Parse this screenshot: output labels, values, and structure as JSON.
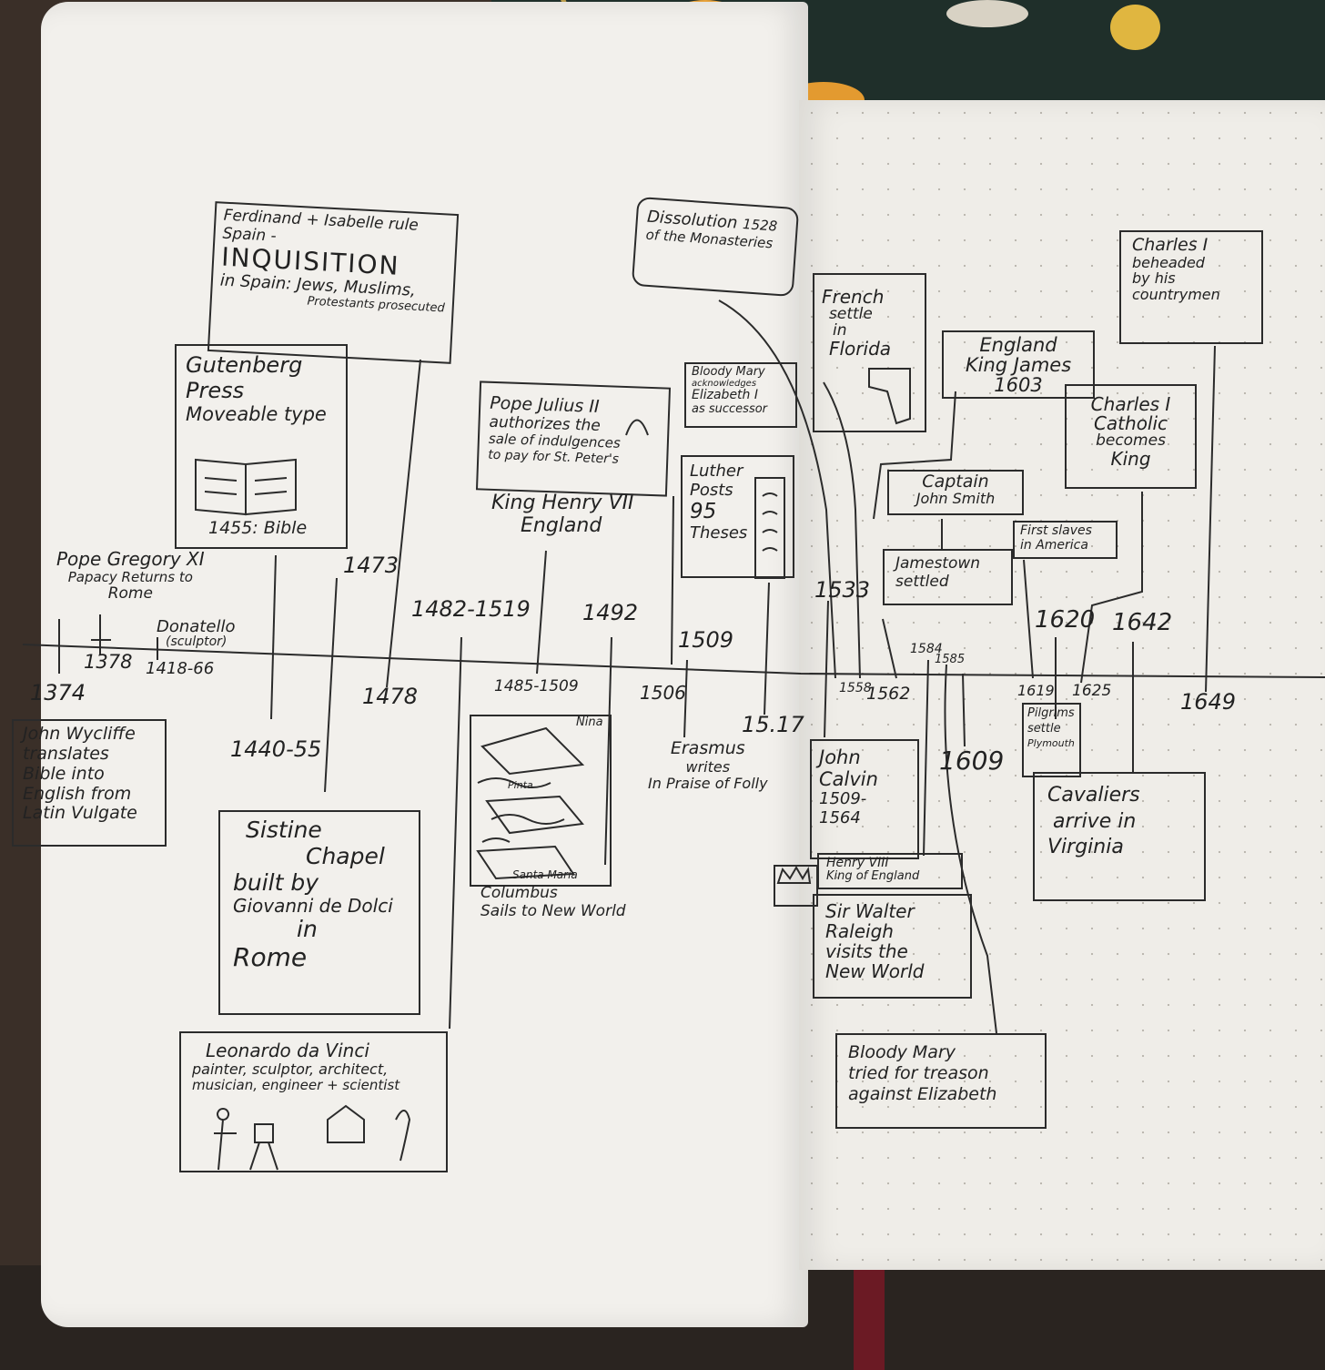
{
  "years": {
    "y1374": "1374",
    "y1378": "1378",
    "y1418": "1418-66",
    "y1440": "1440-55",
    "y1473": "1473",
    "y1478": "1478",
    "y1482": "1482-1519",
    "y1485": "1485-1509",
    "y1492": "1492",
    "y1506": "1506",
    "y1509": "1509",
    "y1517": "15.17",
    "y1533": "1533",
    "y1558": "1558",
    "y1562": "1562",
    "y1584": "1584",
    "y1585": "1585",
    "y1609": "1609",
    "y1619": "1619",
    "y1620": "1620",
    "y1625": "1625",
    "y1642": "1642",
    "y1649": "1649"
  },
  "events": {
    "gregory": [
      "Pope Gregory XI",
      "Papacy Returns to",
      "Rome"
    ],
    "donatello": [
      "Donatello",
      "(sculptor)"
    ],
    "wycliffe": [
      "John Wycliffe",
      "translates",
      "Bible into",
      "English from",
      "Latin Vulgate"
    ],
    "gutenberg": [
      "Gutenberg",
      "Press",
      "Moveable type",
      "1455: Bible"
    ],
    "inquisition": [
      "Ferdinand + Isabelle rule",
      "Spain -",
      "INQUISITION",
      "in Spain: Jews, Muslims,",
      "Protestants prosecuted"
    ],
    "sistine": [
      "Sistine",
      "Chapel",
      "built by",
      "Giovanni de Dolci",
      "in",
      "Rome"
    ],
    "davinci": [
      "Leonardo da Vinci",
      "painter, sculptor, architect,",
      "musician, engineer + scientist"
    ],
    "julius": [
      "Pope Julius II",
      "authorizes the",
      "sale of indulgences",
      "to pay for St. Peter's"
    ],
    "henry7": [
      "King Henry VII",
      "England"
    ],
    "columbus": [
      "Nina",
      "Pinta",
      "Santa Maria",
      "Columbus",
      "Sails to New World"
    ],
    "erasmus": [
      "Erasmus",
      "writes",
      "In Praise of Folly"
    ],
    "luther": [
      "Luther",
      "Posts",
      "95",
      "Theses"
    ],
    "bloodymary1": [
      "Bloody Mary",
      "acknowledges",
      "Elizabeth I",
      "as successor"
    ],
    "dissolution": [
      "Dissolution",
      "1528",
      "of the Monasteries"
    ],
    "french": [
      "French",
      "settle",
      "in",
      "Florida"
    ],
    "calvin": [
      "John",
      "Calvin",
      "1509-",
      "1564"
    ],
    "henry8": [
      "Henry VIII",
      "King of England"
    ],
    "raleigh": [
      "Sir Walter",
      "Raleigh",
      "visits the",
      "New World"
    ],
    "bloodymary2": [
      "Bloody Mary",
      "tried for treason",
      "against Elizabeth"
    ],
    "smith": [
      "Captain",
      "John Smith"
    ],
    "jamestown": [
      "Jamestown",
      "settled"
    ],
    "james": [
      "England",
      "King James",
      "1603"
    ],
    "slaves": [
      "First slaves",
      "in America"
    ],
    "pilgrims": [
      "Pilgrims",
      "settle",
      "Plymouth"
    ],
    "charles1": [
      "Charles I",
      "Catholic",
      "becomes",
      "King"
    ],
    "cavaliers": [
      "Cavaliers",
      "arrive in",
      "Virginia"
    ],
    "beheaded": [
      "Charles I",
      "beheaded",
      "by his",
      "countrymen"
    ]
  }
}
